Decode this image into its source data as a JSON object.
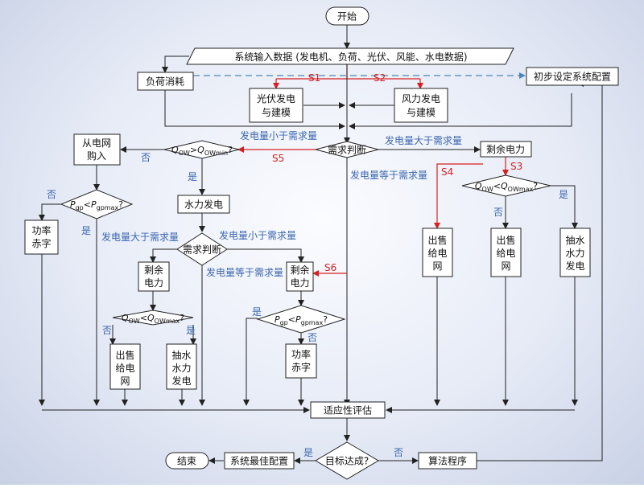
{
  "nodes": {
    "start": "开始",
    "input": "系统输入数据 (发电机、负荷、光伏、风能、水电数据)",
    "load": "负荷消耗",
    "init": "初步设定系统配置",
    "pv": [
      "光伏发电",
      "与建模"
    ],
    "wind": [
      "风力发电",
      "与建模"
    ],
    "demand_judge": "需求判断",
    "surplus_right": "剩余电力",
    "grid_buy": [
      "从电网",
      "购入"
    ],
    "hydro_gen": "水力发电",
    "power_deficit_left": [
      "功率",
      "赤字"
    ],
    "demand_judge_2": "需求判断",
    "surplus_mid_left": [
      "剩余",
      "电力"
    ],
    "surplus_mid_right": [
      "剩余",
      "电力"
    ],
    "sell_grid_left": [
      "出售",
      "给电",
      "网"
    ],
    "pump_left": [
      "抽水",
      "水力",
      "发电"
    ],
    "power_deficit_mid": [
      "功率",
      "赤字"
    ],
    "sell_grid_r1": [
      "出售",
      "给电",
      "网"
    ],
    "sell_grid_r2": [
      "出售",
      "给电",
      "网"
    ],
    "pump_right": [
      "抽水",
      "水力",
      "发电"
    ],
    "fitness": "适应性评估",
    "goal": "目标达成?",
    "best": "系统最佳配置",
    "end": "结束",
    "algo": "算法程序"
  },
  "decisions": {
    "qow_gt": {
      "q1": "Q",
      "s1": "OW",
      "op": ">",
      "q2": "Q",
      "s2": "OWmin",
      "end": "?"
    },
    "pgp_left": {
      "q1": "P",
      "s1": "gp",
      "op": "<",
      "q2": "P",
      "s2": "gpmax",
      "end": "?"
    },
    "qow_lt_mid": {
      "q1": "Q",
      "s1": "OW",
      "op": "<",
      "q2": "Q",
      "s2": "OWmax",
      "end": "?"
    },
    "pgp_mid": {
      "q1": "P",
      "s1": "gp",
      "op": "<",
      "q2": "P",
      "s2": "gpmax",
      "end": "?"
    },
    "qow_lt_right": {
      "q1": "Q",
      "s1": "OW",
      "op": "<",
      "q2": "Q",
      "s2": "OWmax",
      "end": "?"
    }
  },
  "labels": {
    "gen_less": "发电量小于需求量",
    "gen_more": "发电量大于需求量",
    "gen_equal": "发电量等于需求量",
    "yes": "是",
    "no": "否"
  },
  "steps": {
    "s1": "S1",
    "s2": "S2",
    "s3": "S3",
    "s4": "S4",
    "s5": "S5",
    "s6": "S6"
  },
  "colors": {
    "line": "#222222",
    "step_red": "#d62020",
    "label_blue": "#3a66b0",
    "dashed_blue": "#4a86b8",
    "background_center": "#fbfcff",
    "background_edge": "#c9d1e6"
  }
}
